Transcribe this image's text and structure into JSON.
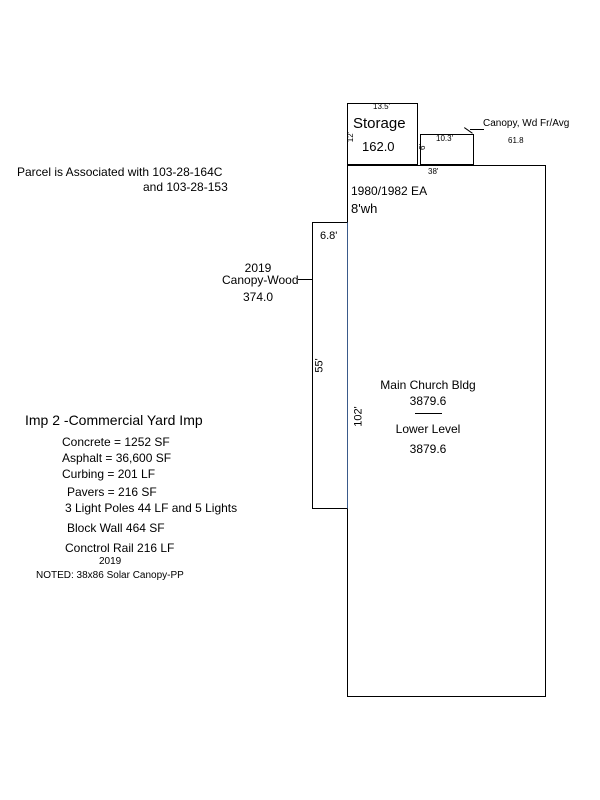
{
  "storage": {
    "width_dim": "13.5'",
    "title": "Storage",
    "depth_dim": "12'",
    "area": "162.0"
  },
  "canopy_top": {
    "width_dim": "10.3'",
    "depth_dim": "6'",
    "label": "Canopy, Wd Fr/Avg",
    "area": "61.8"
  },
  "main_building": {
    "top_dim": "38'",
    "side_dim": "102'",
    "year_label": "1980/1982 EA",
    "wall_height": "8'wh",
    "name": "Main Church Bldg",
    "area": "3879.6",
    "lower_label": "Lower Level",
    "lower_area": "3879.6"
  },
  "canopy_wood": {
    "width_dim": "6.8'",
    "length_dim": "55'",
    "year": "2019",
    "label": "Canopy-Wood",
    "area": "374.0"
  },
  "parcel_note": {
    "line1": "Parcel is Associated with 103-28-164C",
    "line2": "and 103-28-153"
  },
  "yard_imp": {
    "title": "Imp 2 -Commercial Yard Imp",
    "items": [
      "Concrete = 1252 SF",
      "Asphalt = 36,600 SF",
      "Curbing = 201 LF",
      "Pavers = 216 SF",
      "3 Light Poles 44 LF and  5 Lights",
      "Block Wall 464 SF",
      "Conctrol Rail 216 LF"
    ],
    "year": "2019",
    "note": "NOTED: 38x86 Solar Canopy-PP"
  }
}
